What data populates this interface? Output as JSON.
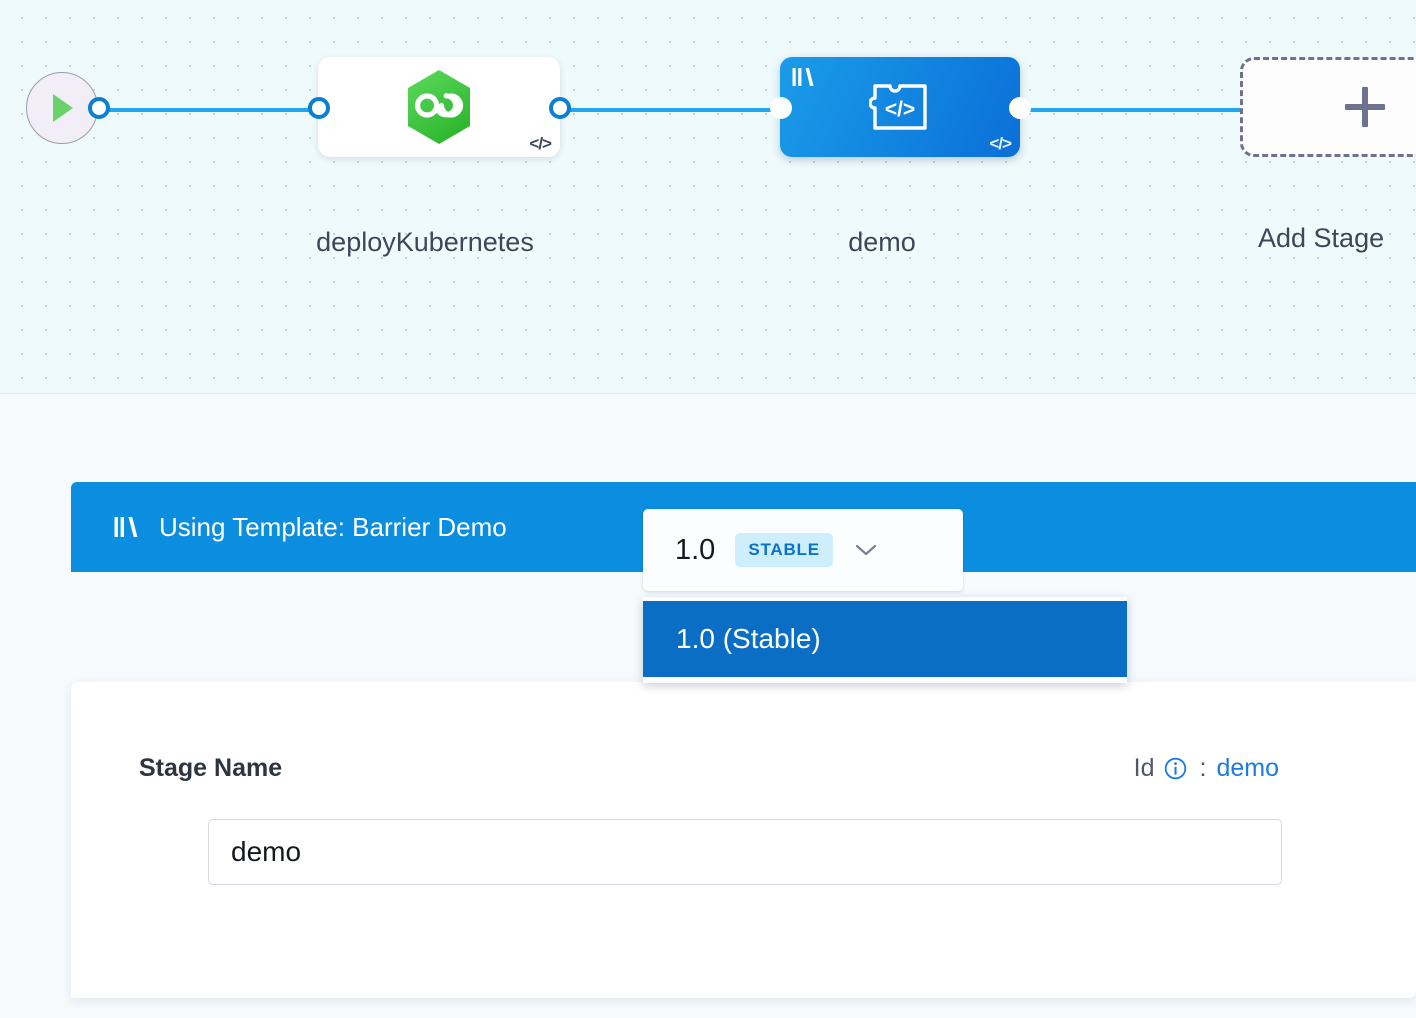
{
  "canvas": {
    "start_node": {
      "icon": "play-icon"
    },
    "nodes": [
      {
        "id": "deployKubernetes",
        "label": "deployKubernetes",
        "icon": "harness-cd-hexagon-icon",
        "type_badge": "code-badge",
        "selected": false
      },
      {
        "id": "demo",
        "label": "demo",
        "icon": "custom-plugin-icon",
        "template_badge": "template-library-icon",
        "type_badge": "code-badge",
        "selected": true
      }
    ],
    "add_stage": {
      "label": "Add Stage",
      "icon": "plus-icon"
    }
  },
  "template_bar": {
    "icon": "template-library-icon",
    "text": "Using Template: Barrier Demo",
    "version_select": {
      "value": "1.0",
      "badge": "STABLE",
      "caret": "chevron-down-icon",
      "open": true,
      "options": [
        {
          "label": "1.0 (Stable)",
          "selected": true
        }
      ]
    }
  },
  "form": {
    "stage_name_label": "Stage Name",
    "id_label": "Id",
    "id_info_icon": "info-icon",
    "id_separator": ":",
    "id_value": "demo",
    "stage_name_value": "demo",
    "stage_name_placeholder": "Stage Name"
  },
  "colors": {
    "accent_blue": "#0c8ee0",
    "menu_blue": "#0a6fc4",
    "link_blue": "#1d7ae0",
    "badge_bg": "#cdeefd",
    "badge_text": "#0a73c8",
    "canvas_bg": "#effafc",
    "panel_bg": "#f6fafd",
    "edge_blue": "#1fa8f0",
    "k8s_green": "#4ec94e"
  }
}
